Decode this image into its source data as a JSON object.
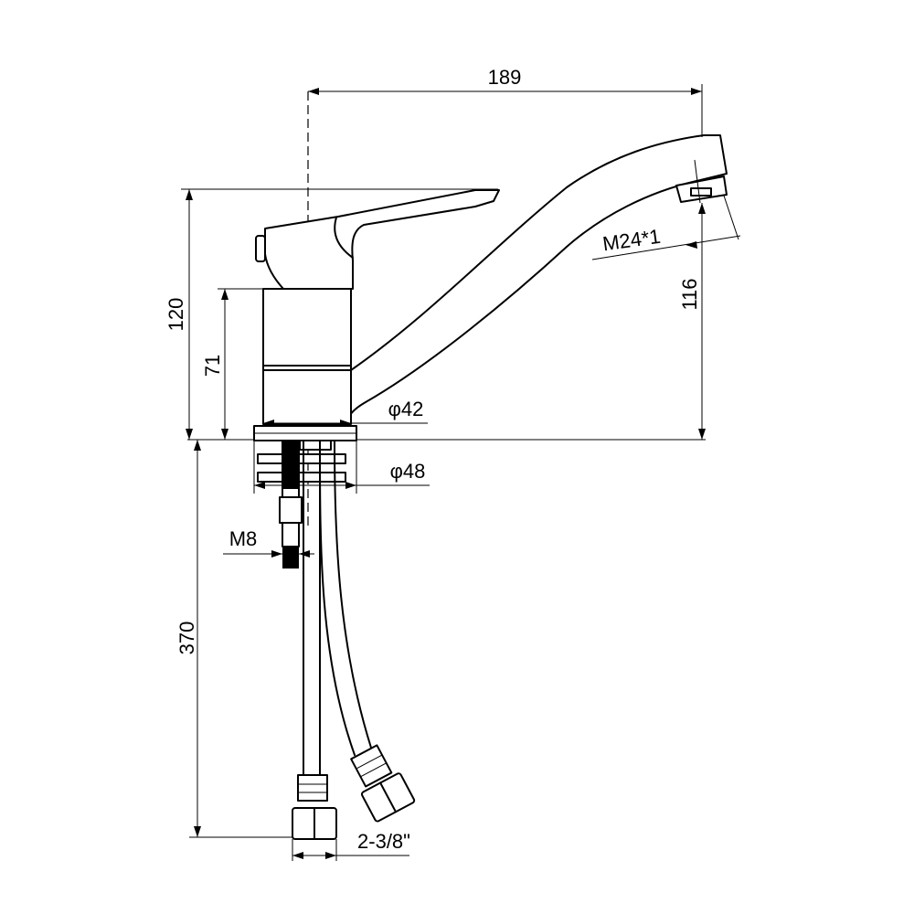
{
  "dimensions": {
    "overall_length": "189",
    "total_height": "120",
    "spout_height": "116",
    "body_height": "71",
    "body_diameter": "φ42",
    "flange_diameter": "φ48",
    "aerator_thread": "M24*1",
    "stud_thread": "M8",
    "hose_length": "370",
    "hose_connection": "2-3/8\""
  }
}
